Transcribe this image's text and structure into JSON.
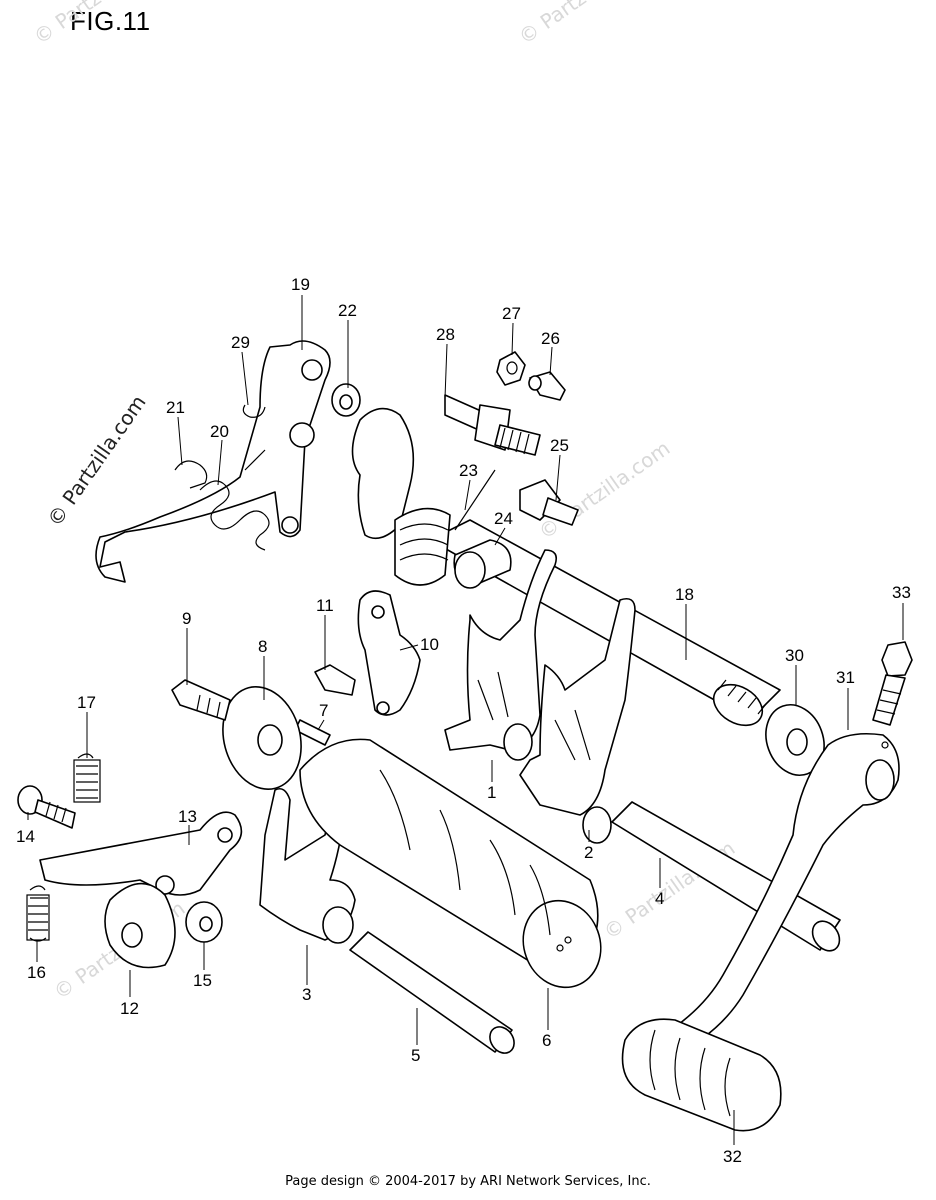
{
  "figure": {
    "title": "FIG.11"
  },
  "watermarks": {
    "side": "© Partzilla.com",
    "faint": "© Partzilla.com"
  },
  "callouts": [
    "1",
    "2",
    "3",
    "4",
    "5",
    "6",
    "7",
    "8",
    "9",
    "10",
    "11",
    "12",
    "13",
    "14",
    "15",
    "16",
    "17",
    "18",
    "19",
    "20",
    "21",
    "22",
    "23",
    "24",
    "25",
    "26",
    "27",
    "28",
    "29",
    "30",
    "31",
    "32",
    "33"
  ],
  "footer": {
    "text": "Page design © 2004-2017 by ARI Network Services, Inc."
  }
}
